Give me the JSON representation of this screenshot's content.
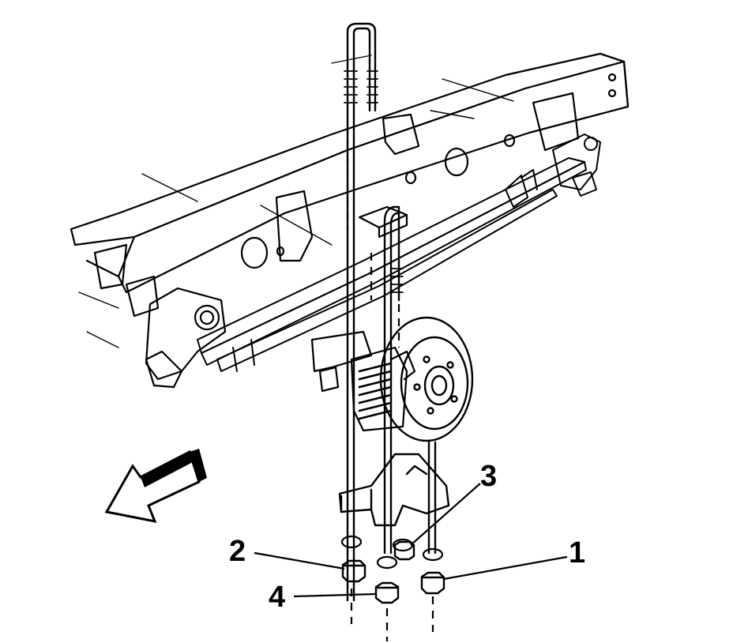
{
  "callouts": {
    "c1": "1",
    "c2": "2",
    "c3": "3",
    "c4": "4"
  },
  "colors": {
    "line": "#000000",
    "background": "#ffffff"
  },
  "icons": {
    "direction_arrow": "front-direction-arrow-icon"
  }
}
